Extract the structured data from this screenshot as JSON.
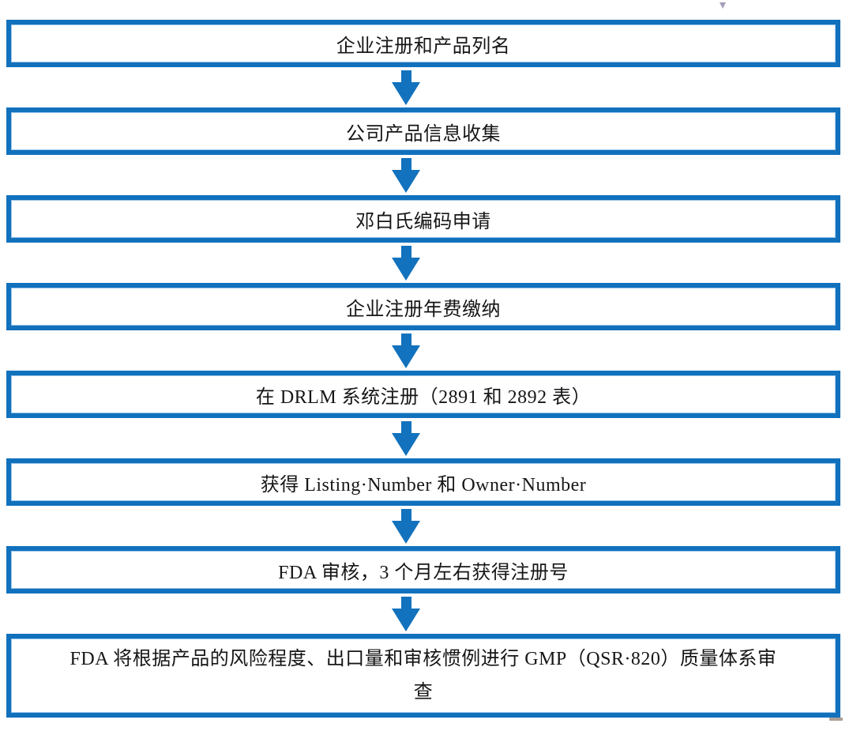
{
  "flowchart": {
    "accent_color": "#1171bd",
    "text_color": "#161616",
    "steps": [
      {
        "label": "企业注册和产品列名"
      },
      {
        "label": "公司产品信息收集"
      },
      {
        "label": "邓白氏编码申请"
      },
      {
        "label": "企业注册年费缴纳"
      },
      {
        "label": "在 DRLM 系统注册（2891 和 2892 表）"
      },
      {
        "label": "获得 Listing·Number 和 Owner·Number"
      },
      {
        "label": "FDA 审核，3 个月左右获得注册号"
      },
      {
        "lines": [
          "FDA 将根据产品的风险程度、出口量和审核惯例进行 GMP（QSR·820）质量体系审",
          "查"
        ]
      }
    ]
  }
}
